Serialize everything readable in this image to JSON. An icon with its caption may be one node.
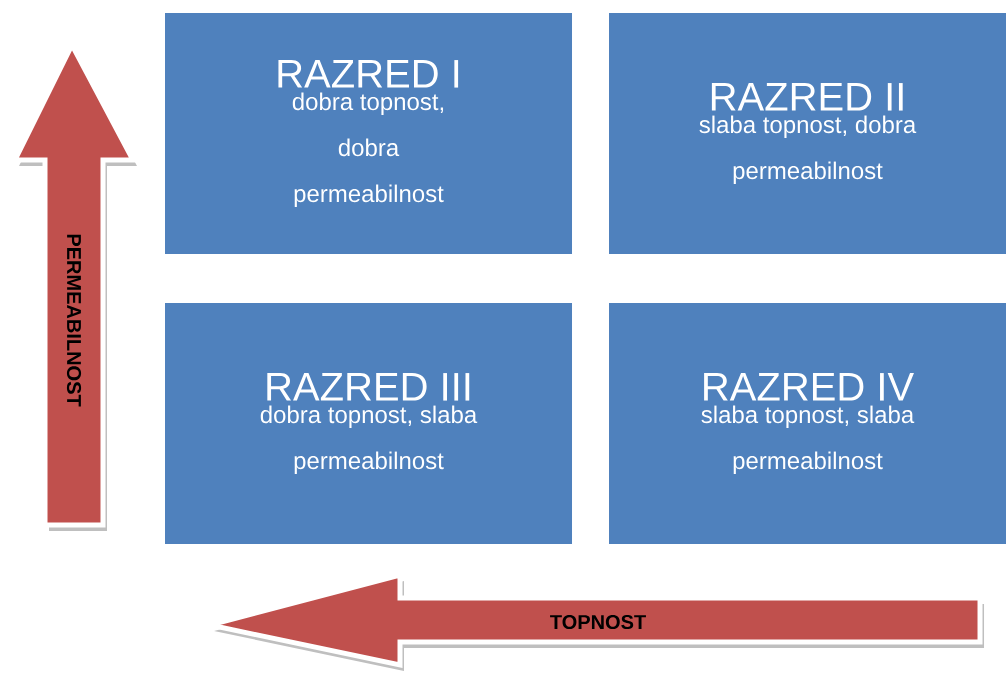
{
  "diagram": {
    "nodes": [
      {
        "text": [
          "RAZRED I",
          "dobra topnost, dobra permeabilnost"
        ]
      },
      {
        "text": [
          "RAZRED II",
          "slaba topnost, dobra permeabilnost"
        ]
      },
      {
        "text": [
          "RAZRED III",
          "dobra topnost, slaba permeabilnost"
        ]
      },
      {
        "text": [
          "RAZRED IV",
          "slaba topnost, slaba permeabilnost"
        ]
      }
    ],
    "labels": [
      "PERMEABILNOST",
      "TOPNOST"
    ]
  }
}
